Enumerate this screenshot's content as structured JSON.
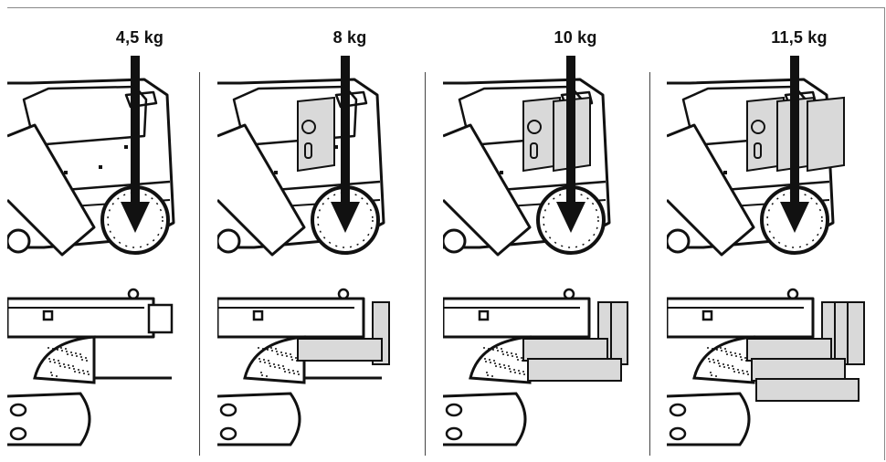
{
  "panels": [
    {
      "weight_label": "4,5 kg",
      "added_weights": 0
    },
    {
      "weight_label": "8 kg",
      "added_weights": 1
    },
    {
      "weight_label": "10 kg",
      "added_weights": 2
    },
    {
      "weight_label": "11,5 kg",
      "added_weights": 3
    }
  ],
  "colors": {
    "line": "#111111",
    "weight_fill": "#d9d9d9",
    "arrow": "#111111",
    "divider": "#444444"
  }
}
